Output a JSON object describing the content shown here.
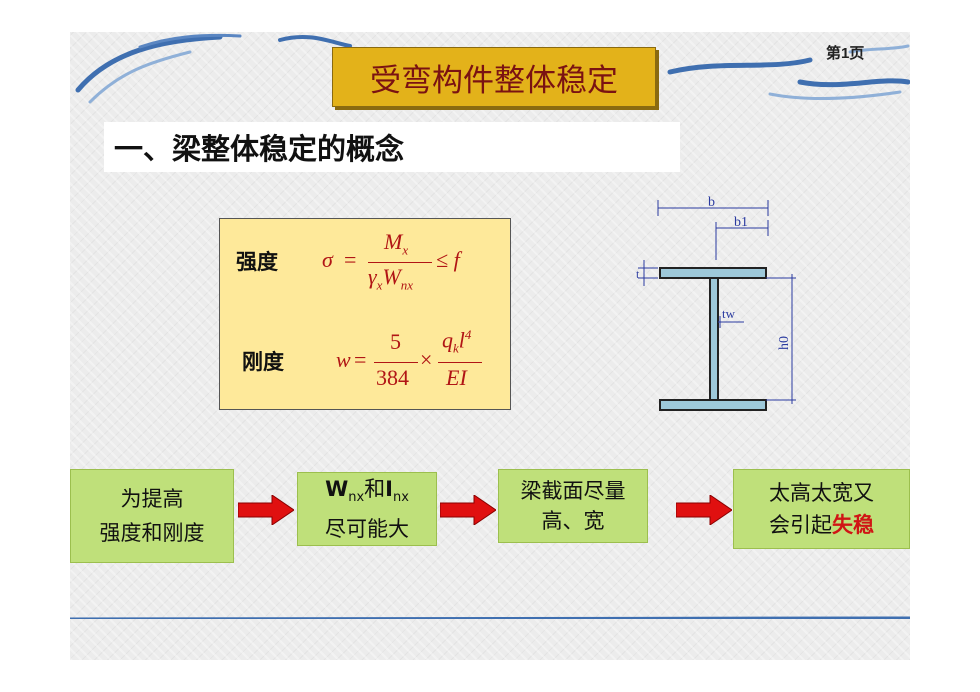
{
  "slide": {
    "title": "受弯构件整体稳定",
    "page_number": "第1页",
    "heading": "一、梁整体稳定的概念"
  },
  "formulas": {
    "strength_label": "强度",
    "stiffness_label": "刚度",
    "sigma": "σ",
    "equals": "=",
    "Mx_M": "M",
    "Mx_sub": "x",
    "gamma": "γ",
    "gamma_sub": "x",
    "W": "W",
    "W_sub": "nx",
    "leq_f": "≤ f",
    "w": "w",
    "five": "5",
    "n384": "384",
    "times": "×",
    "q": "q",
    "q_sub": "k",
    "l": "l",
    "l_sup": "4",
    "EI": "EI"
  },
  "diagram": {
    "b": "b",
    "b1": "b1",
    "tw": "tw",
    "h0": "h0",
    "t": "t"
  },
  "flow": {
    "box1_line1": "为提高",
    "box1_line2": "强度和刚度",
    "box2_W": "W",
    "box2_W_sub": "nx",
    "box2_and": "和",
    "box2_I": "I",
    "box2_I_sub": "nx",
    "box2_line2": "尽可能大",
    "box3_line1": "梁截面尽量",
    "box3_line2": "高、宽",
    "box4_line1": "太高太宽又",
    "box4_line2_prefix": "会引起",
    "box4_line2_highlight": "失稳"
  },
  "colors": {
    "title_bg": "#e3b21a",
    "title_text": "#7a1212",
    "formula_bg": "#fee99a",
    "formula_text": "#b11515",
    "flow_box_bg": "#bfe07a",
    "arrow": "#e01010",
    "highlight": "#d01515",
    "swoosh": "#3f6fb0"
  }
}
